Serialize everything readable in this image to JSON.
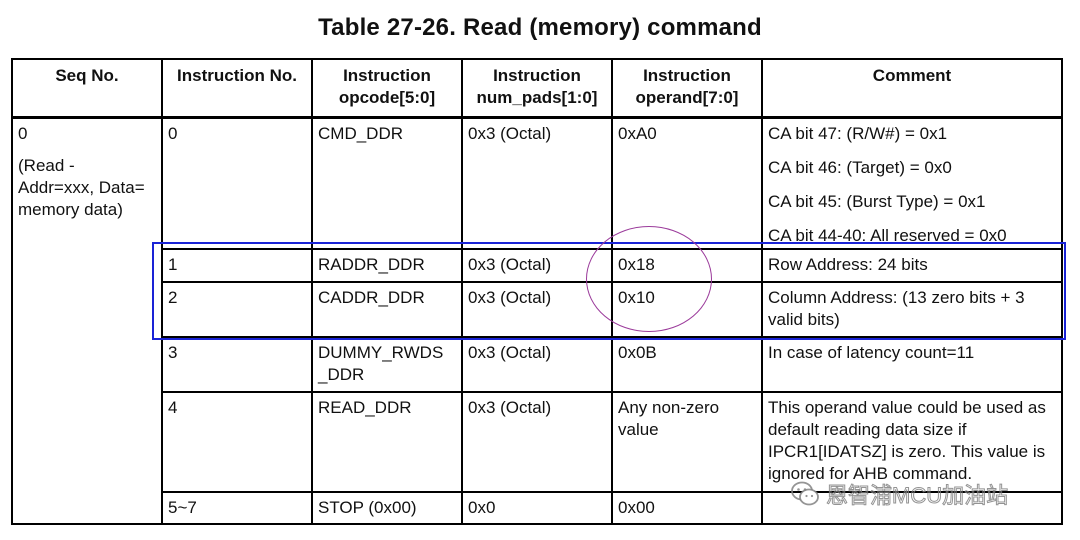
{
  "title": "Table 27-26.   Read (memory) command",
  "headers": [
    "Seq No.",
    "Instruction No.",
    "Instruction\nopcode[5:0]",
    "Instruction\nnum_pads[1:0]",
    "Instruction\noperand[7:0]",
    "Comment"
  ],
  "seq": {
    "number": "0",
    "description": "(Read -\nAddr=xxx, Data=\nmemory data)"
  },
  "rows": [
    {
      "instr_no": "0",
      "opcode": "CMD_DDR",
      "pads": "0x3 (Octal)",
      "operand": "0xA0",
      "comment": [
        "CA bit 47: (R/W#) = 0x1",
        "CA bit 46: (Target) = 0x0",
        "CA bit 45: (Burst Type) = 0x1",
        "CA bit 44-40: All reserved = 0x0"
      ]
    },
    {
      "instr_no": "1",
      "opcode": "RADDR_DDR",
      "pads": "0x3 (Octal)",
      "operand": "0x18",
      "comment": [
        "Row Address: 24 bits"
      ]
    },
    {
      "instr_no": "2",
      "opcode": "CADDR_DDR",
      "pads": "0x3 (Octal)",
      "operand": "0x10",
      "comment": [
        "Column Address: (13 zero bits + 3 valid bits)"
      ]
    },
    {
      "instr_no": "3",
      "opcode": "DUMMY_RWDS\n_DDR",
      "pads": "0x3 (Octal)",
      "operand": "0x0B",
      "comment": [
        "In case of latency count=11"
      ]
    },
    {
      "instr_no": "4",
      "opcode": "READ_DDR",
      "pads": "0x3 (Octal)",
      "operand": "Any non-zero value",
      "comment": [
        "This operand value could be used as default reading data size if IPCR1[IDATSZ] is zero. This value is ignored for AHB command."
      ]
    },
    {
      "instr_no": "5~7",
      "opcode": "STOP (0x00)",
      "pads": "0x0",
      "operand": "0x00",
      "comment": [
        ""
      ]
    }
  ],
  "watermark": {
    "text": "恩智浦MCU加油站",
    "icon": "wechat-icon"
  },
  "colors": {
    "highlight_box": "#1a23d6",
    "circle": "#9b3b9b"
  }
}
